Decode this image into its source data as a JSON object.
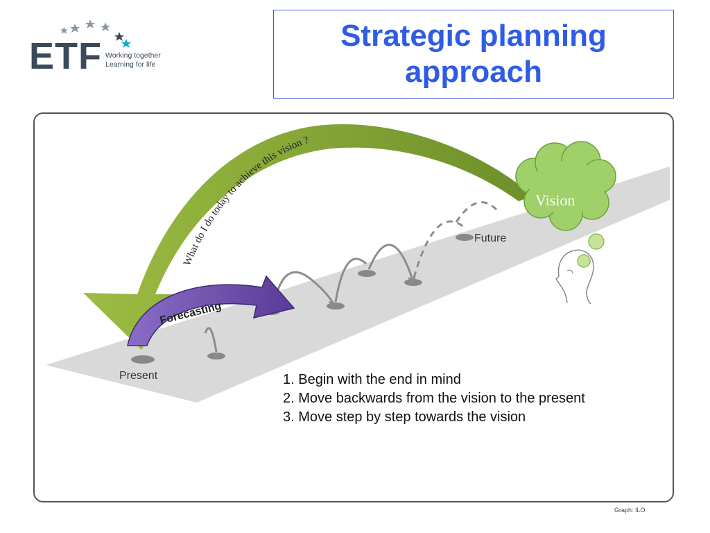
{
  "logo": {
    "wordmark": "ETF",
    "tagline_1": "Working together",
    "tagline_2": "Learning for life",
    "colors": {
      "wordmark": "#3b4a5a",
      "star_accent": "#1aa6d6",
      "stars": "#8a97a6"
    }
  },
  "title": {
    "line_1": "Strategic planning",
    "line_2": "approach",
    "color": "#2f5ce6",
    "border_color": "#3d5bd6"
  },
  "diagram": {
    "arrow_text": "What do I do today to achieve this vision ?",
    "forecast_label": "Forecasting",
    "present_label": "Present",
    "future_label": "Future",
    "vision_label": "Vision",
    "colors": {
      "road": "#d9d9d9",
      "big_arrow": "#8fae3c",
      "forecast_arrow": "#6a4aa6",
      "cloud": "#9fd06a",
      "steps": "#888888"
    }
  },
  "steps": [
    "1. Begin with the end in mind",
    "2. Move backwards from the vision to the present",
    "3. Move step by step towards the vision"
  ],
  "credit": "Graph: ILO"
}
